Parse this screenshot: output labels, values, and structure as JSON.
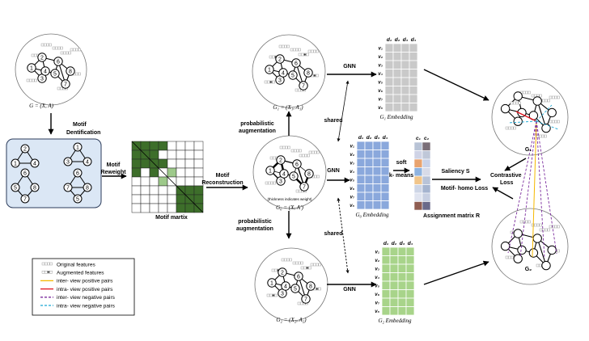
{
  "graphs": {
    "original": "G = (X, A)",
    "g1": "G₁ = (X₁, A₁)",
    "g0": "G₀ = (X, A′)",
    "g2": "G₂ = (X₂, A₂)",
    "thickness_note": "(thickness indicates weight)",
    "g1_right": "G₁",
    "g2_right": "G₂"
  },
  "steps": {
    "motif_identification_1": "Motif",
    "motif_identification_2": "Dentification",
    "motif_reweight_1": "Motif",
    "motif_reweight_2": "Reweight",
    "motif_reconstruction_1": "Motif",
    "motif_reconstruction_2": "Reconstruction",
    "prob_aug_1_top": "probabilistic",
    "prob_aug_2_top": "augmentation",
    "prob_aug_1_bot": "probabilistic",
    "prob_aug_2_bot": "augmentation",
    "shared_top": "shared",
    "shared_bot": "shared",
    "gnn_top": "GNN",
    "gnn_mid": "GNN",
    "gnn_bot": "GNN",
    "soft_1": "soft",
    "soft_2": "k- means"
  },
  "labels": {
    "motif_matrix": "Motif  martix",
    "g1_embedding": "G₁ Embedding",
    "g0_embedding": "G₀ Embedding",
    "g2_embedding": "G₂ Embedding",
    "assignment": "Assignment matrix R",
    "saliency": "Saliency S",
    "homo_loss": "Motif- homo Loss",
    "contrastive_1": "Contrastive",
    "contrastive_2": "Loss"
  },
  "embedding": {
    "cols": [
      "d₁",
      "d₂",
      "d₃",
      "d₄"
    ],
    "rows": [
      "v₁",
      "v₂",
      "v₃",
      "v₄",
      "v₅",
      "v₆",
      "v₇",
      "v₈"
    ],
    "assign_cols": [
      "c₁",
      "c₂"
    ]
  },
  "node_labels": [
    "1",
    "2",
    "3",
    "4",
    "5",
    "6",
    "7",
    "8"
  ],
  "legend": [
    {
      "label": "Original features",
      "kind": "boxes",
      "color": "#999999"
    },
    {
      "label": "Augmented features",
      "kind": "boxes-dot",
      "color": "#555555"
    },
    {
      "label": "inter- view positive pairs",
      "kind": "solid",
      "color": "#f5b800"
    },
    {
      "label": "intra- view positive pairs",
      "kind": "solid",
      "color": "#e0141e"
    },
    {
      "label": "inter- view negative pairs",
      "kind": "dashed",
      "color": "#7b2d9e"
    },
    {
      "label": "intra- view negative pairs",
      "kind": "dashed",
      "color": "#1aa7d4"
    }
  ],
  "colors": {
    "grey_cell": "#c9c9c9",
    "blue_cell": "#8aa8dc",
    "green_cell": "#a8d48a",
    "dark_green": "#3d6e2a",
    "light_green": "#9dc98a",
    "motif_box": "#dbe7f5"
  }
}
